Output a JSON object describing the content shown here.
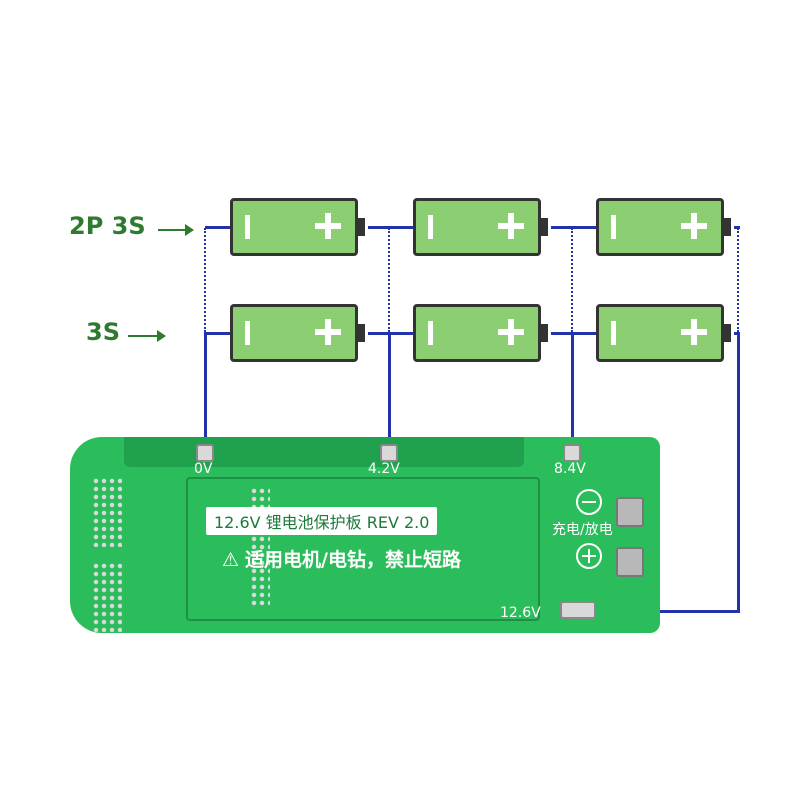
{
  "labels": {
    "row_top": "2P 3S",
    "row_bottom": "3S"
  },
  "battery_icon": {
    "neg": "minus-terminal",
    "pos": "plus-terminal"
  },
  "board": {
    "taps": [
      "0V",
      "4.2V",
      "8.4V"
    ],
    "output": "12.6V",
    "rev_text": "12.6V 锂电池保护板 REV 2.0",
    "warning": "适用电机/电钻，禁止短路",
    "charge_label": "充电/放电"
  },
  "colors": {
    "battery": "#8ccf72",
    "wire": "#2233aa",
    "pcb": "#2bbd5c",
    "label": "#2e7a2e"
  }
}
